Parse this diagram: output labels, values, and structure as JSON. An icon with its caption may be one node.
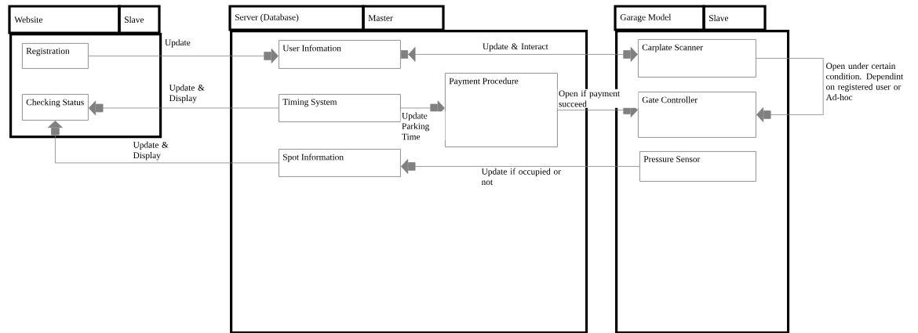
{
  "diagram": {
    "nodes": [
      {
        "text": [
          "Website",
          "Slave"
        ]
      },
      {
        "text": [
          "Registration"
        ],
        "in": 0
      },
      {
        "text": [
          "Checking Status"
        ],
        "in": 0
      },
      {
        "text": [
          "Server (Database)",
          "Master"
        ]
      },
      {
        "text": [
          "User Infomation"
        ],
        "in": 3
      },
      {
        "text": [
          "Timing System"
        ],
        "in": 3
      },
      {
        "text": [
          "Payment Procedure"
        ],
        "in": 3
      },
      {
        "text": [
          "Spot Information"
        ],
        "in": 3
      },
      {
        "text": [
          "Garage Model",
          "Slave"
        ]
      },
      {
        "text": [
          "Carplate Scanner"
        ],
        "in": 8
      },
      {
        "text": [
          "Gate Controller"
        ],
        "in": 8
      },
      {
        "text": [
          "Pressure Sensor"
        ],
        "in": 8
      }
    ],
    "edges": [
      {
        "from": 1,
        "to": 4,
        "arrow": "to",
        "label": "Update"
      },
      {
        "from": 5,
        "to": 2,
        "arrow": "to",
        "label": "Update & Display"
      },
      {
        "from": 7,
        "to": 2,
        "arrow": "to",
        "label": "Update & Display"
      },
      {
        "from": 4,
        "to": 9,
        "arrow": "both",
        "label": "Update & Interact"
      },
      {
        "from": 5,
        "to": 6,
        "arrow": "to",
        "label": "Update Parking Time"
      },
      {
        "from": 6,
        "to": 10,
        "arrow": "to",
        "label": "Open if payment succeed"
      },
      {
        "from": 11,
        "to": 7,
        "arrow": "to",
        "label": "Update if occupied or not"
      },
      {
        "from": 9,
        "to": 10,
        "arrow": "to",
        "label": "Open under certain condition. Dependint on registered user or Ad-hoc"
      }
    ]
  }
}
